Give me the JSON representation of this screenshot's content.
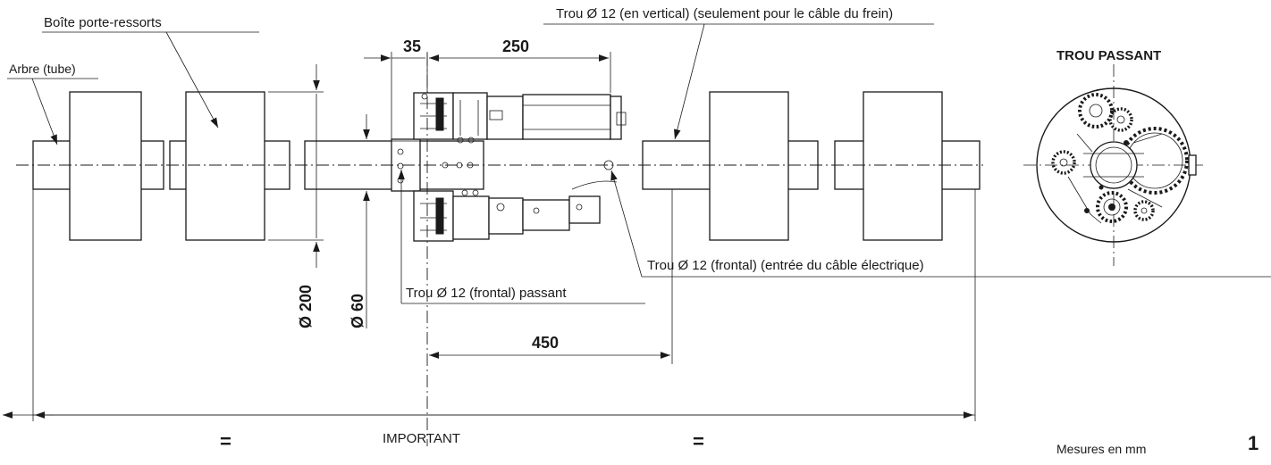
{
  "labels": {
    "spring_box": "Boîte porte-ressorts",
    "shaft": "Arbre (tube)",
    "hole_vertical": "Trou Ø 12 (en vertical) (seulement pour le câble du frein)",
    "hole_frontal_cable": "Trou Ø 12 (frontal) (entrée du câble électrique)",
    "hole_frontal_through": "Trou Ø 12 (frontal) passant",
    "through_hole_title": "TROU PASSANT",
    "important": "IMPORTANT",
    "units": "Mesures en mm",
    "figure_number": "1"
  },
  "dimensions": {
    "d35": "35",
    "d250": "250",
    "d450": "450",
    "d200": "Ø 200",
    "d60": "Ø 60",
    "equal_left": "=",
    "equal_right": "="
  }
}
